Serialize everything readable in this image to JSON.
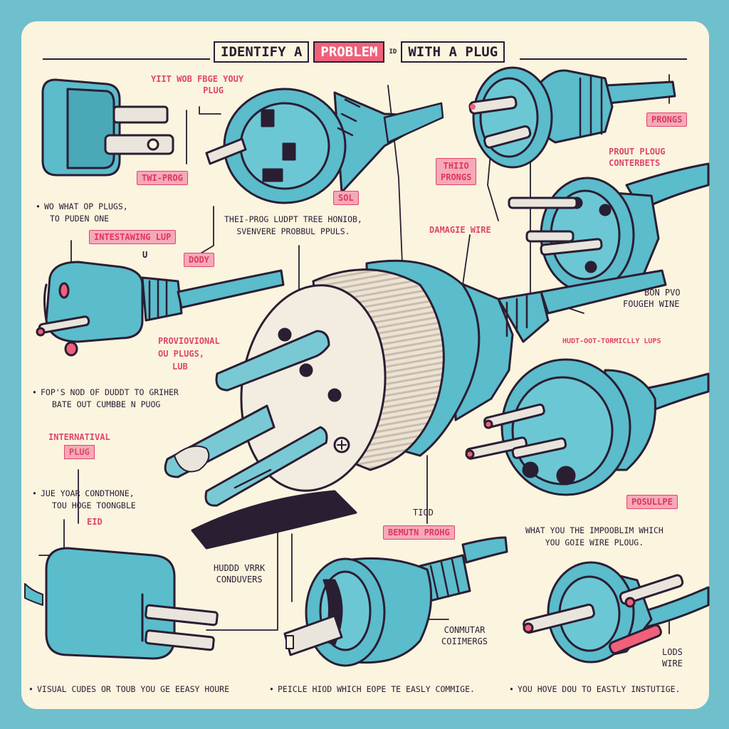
{
  "title": {
    "part1": "IDENTIFY A",
    "part2": "PROBLEM",
    "part3": "ID",
    "part4": "WITH A PLUG"
  },
  "labels": {
    "top_caption": [
      "YIIT WOB FBGE YOUY",
      "PLUG"
    ],
    "two_prong": "TWI-PROG",
    "third_prong": [
      "THIIO",
      "PRONGS"
    ],
    "prongs": "PRONGS",
    "front_plug": [
      "PROUT PLOUG",
      "CONTERBETS"
    ],
    "sol": "SOL",
    "damage_wire": "DAMAGIE WIRE",
    "body": "DODY",
    "intl_top": "INTESTAWING LUP",
    "u_mark": "U",
    "provisional": [
      "PROVIOVIONAL",
      "OU PLUGS,",
      "LUB"
    ],
    "intl_left": [
      "INTERNATIVAL",
      "PLUG"
    ],
    "eid": "EID",
    "bor_pvo": [
      "BON PVO",
      "FOUGEH WINE"
    ],
    "hudt_tag": "HUDT-OOT-TORMICLLY LUPS",
    "possible": "POSULLPE",
    "tiod": "TIOD",
    "bemutn": "BEMUTN PROHG",
    "hudd_vrk": [
      "HUDDD VRRK",
      "CONDUVERS"
    ],
    "conmutar": [
      "CONMUTAR",
      "COIIMERGS"
    ],
    "lods": [
      "LODS",
      "WIRE"
    ]
  },
  "notes": {
    "what_plugs": [
      "WO WHAT OP PLUGS,",
      "TO PUDEN ONE"
    ],
    "center_note": [
      "THEI-PROG LUDPT TREE HONIOB,",
      "SVENVERE PROBBUL PPULS."
    ],
    "fops": [
      "FOP'S NOD OF DUDDT TO GRIHER",
      "BATE OUT CUMBBE N PUOG"
    ],
    "jue": [
      "JUE YOAR CONDTHONE,",
      "TOU HOGE TOONGBLE"
    ],
    "what_you": [
      "WHAT YOU THE IMPOOBLIM WHICH",
      "YOU GOIE WIRE PLOUG."
    ],
    "bottom_1": "VISUAL CUDES OR TOUB YOU GE EEASY HOURE",
    "bottom_2": "PEICLE HIOD WHICH EOPE TE EASLY COMMIGE.",
    "bottom_3": "YOU HOVE DOU TO EASTLY INSTUTIGE."
  },
  "colors": {
    "background": "#6fbfcd",
    "paper": "#fbf4df",
    "plug_teal": "#5bbccb",
    "outline": "#2a1e33",
    "accent_pink": "#e0466a"
  }
}
